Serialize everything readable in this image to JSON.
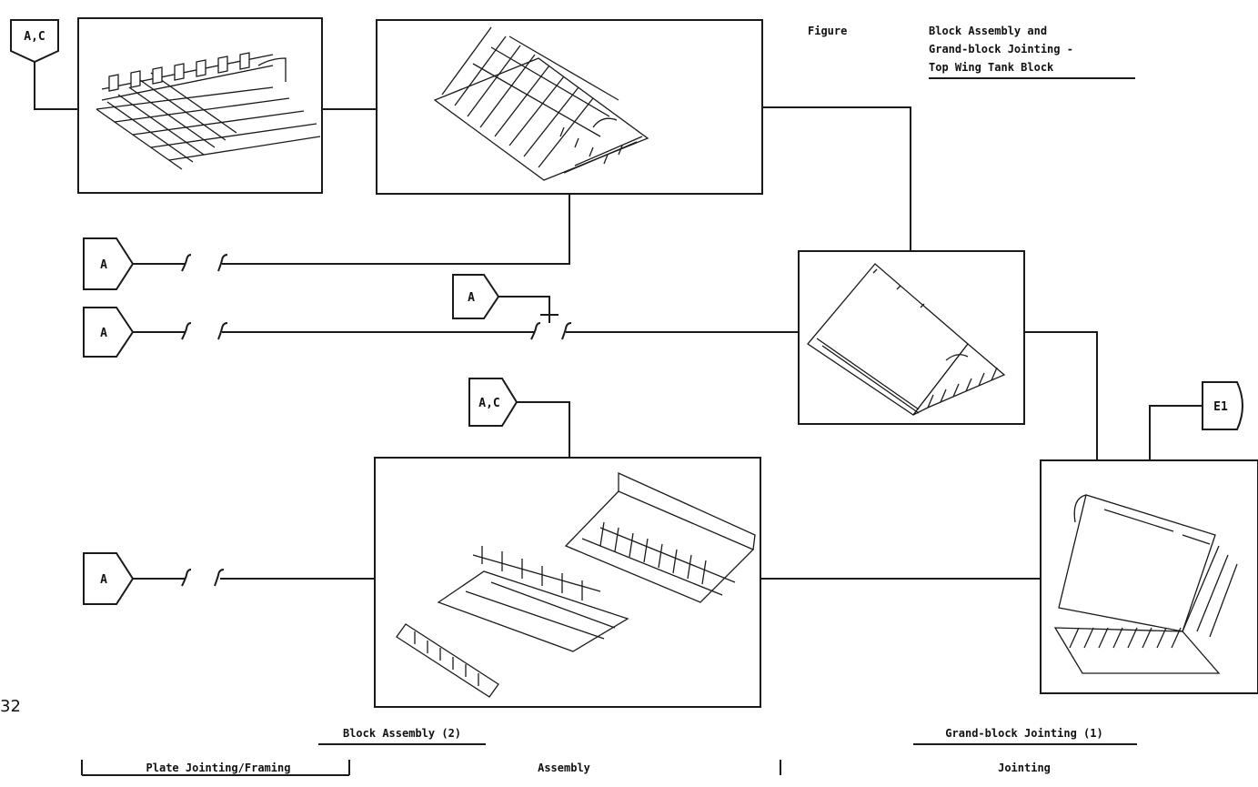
{
  "figure": {
    "figure_label": "Figure",
    "title_line1": "Block Assembly and",
    "title_line2": "Grand-block Jointing -",
    "title_line3": "Top Wing Tank Block"
  },
  "page_number": "32",
  "tags": {
    "tag_ac_top": "A,C",
    "tag_a_row1": "A",
    "tag_a_row2": "A",
    "tag_a_mid": "A",
    "tag_ac_mid": "A,C",
    "tag_a_row3": "A",
    "tag_e1": "E1"
  },
  "footer": {
    "section_left": "Block Assembly (2)",
    "section_right": "Grand-block Jointing (1)",
    "stage_1": "Plate Jointing/Framing",
    "stage_2": "Assembly",
    "stage_3": "Jointing"
  },
  "colors": {
    "ink": "#1a1a1a",
    "paper": "#ffffff"
  }
}
